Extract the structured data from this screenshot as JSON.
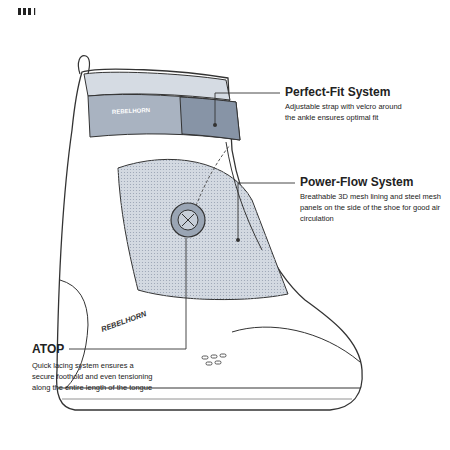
{
  "diagram": {
    "labels": [
      "Perfect-Fit System",
      "Adjustable strap with velcro around the ankle ensures optimal fit",
      "Power-Flow System",
      "Breathable 3D mesh lining and steel mesh panels on the side of the shoe for good air circulation",
      "ATOP",
      "Quick lacing system ensures a secure foothold and even tensioning along the entire length of the tongue",
      "REBELHORN",
      "REBELHORN"
    ]
  }
}
